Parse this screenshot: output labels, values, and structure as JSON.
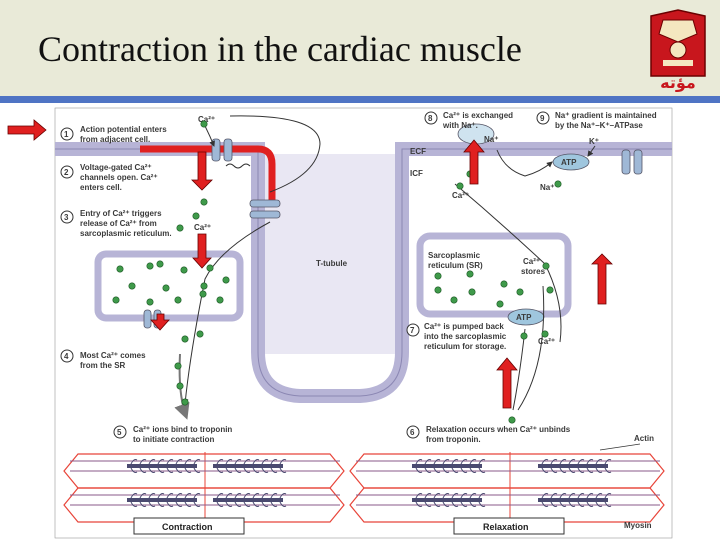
{
  "title": "Contraction in the cardiac muscle",
  "logo_text": "مؤته",
  "labels": {
    "ca2_top": "Ca²⁺",
    "ca2_entry": "Ca²⁺",
    "ca2_exchange": "Ca²⁺",
    "ca2_pump": "Ca²⁺",
    "na_top": "Na⁺",
    "na_mid": "Na⁺",
    "k_plus": "K⁺",
    "ecf": "ECF",
    "icf": "ICF",
    "atp_top": "ATP",
    "atp_sr": "ATP",
    "t_tubule": "T-tubule",
    "sr_name_1": "Sarcoplasmic",
    "sr_name_2": "reticulum (SR)",
    "ca_stores_1": "Ca²⁺",
    "ca_stores_2": "stores",
    "actin": "Actin",
    "myosin": "Myosin",
    "contraction": "Contraction",
    "relaxation": "Relaxation"
  },
  "steps": [
    {
      "n": "1",
      "l1": "Action potential enters",
      "l2": "from adjacent cell."
    },
    {
      "n": "2",
      "l1": "Voltage-gated Ca²⁺",
      "l2": "channels open. Ca²⁺",
      "l3": "enters cell."
    },
    {
      "n": "3",
      "l1": "Entry of Ca²⁺ triggers",
      "l2": "release of Ca²⁺ from",
      "l3": "sarcoplasmic reticulum."
    },
    {
      "n": "4",
      "l1": "Most Ca²⁺ comes",
      "l2": "from the SR"
    },
    {
      "n": "5",
      "l1": "Ca²⁺ ions bind to troponin",
      "l2": "to initiate contraction"
    },
    {
      "n": "6",
      "l1": "Relaxation occurs when Ca²⁺ unbinds",
      "l2": "from troponin."
    },
    {
      "n": "7",
      "l1": "Ca²⁺ is pumped back",
      "l2": "into the sarcoplasmic",
      "l3": "reticulum for storage."
    },
    {
      "n": "8",
      "l1": "Ca²⁺ is exchanged",
      "l2": "with Na⁺."
    },
    {
      "n": "9",
      "l1": "Na⁺ gradient is maintained",
      "l2": "by the Na⁺–K⁺–ATPase"
    }
  ],
  "colors": {
    "membrane": "#b7b4d6",
    "tubule_fill": "#e9e7f3",
    "ca_dot": "#3f9a4a",
    "red_arrow": "#e02020",
    "sarcomere": "#e8453a",
    "actin": "#8a5a8a",
    "myosin": "#4a4a70"
  }
}
